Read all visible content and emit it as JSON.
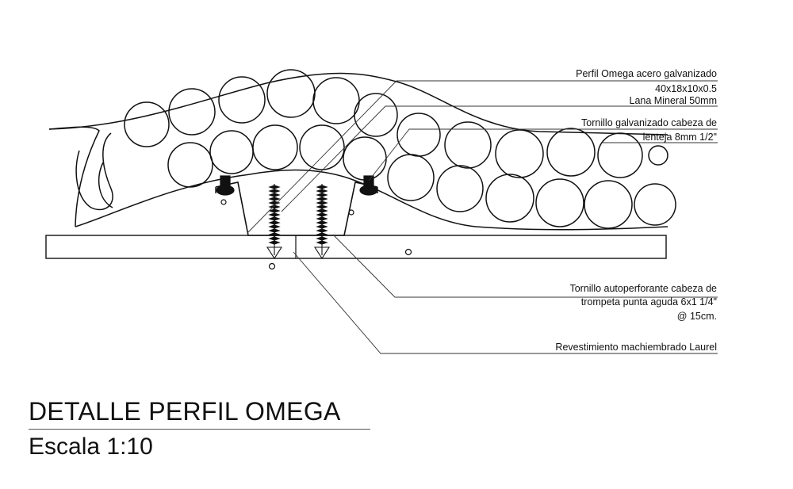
{
  "callouts": {
    "omega_profile": [
      "Perfil Omega acero galvanizado",
      "40x18x10x0.5"
    ],
    "mineral_wool": [
      "Lana Mineral 50mm"
    ],
    "lens_head_screw": [
      "Tornillo galvanizado cabeza de",
      "lenteja 8mm 1/2\""
    ],
    "self_drilling_screw": [
      "Tornillo autoperforante cabeza de",
      "trompeta punta aguda 6x1  1/4\"",
      "@ 15cm."
    ],
    "cladding": [
      "Revestimiento machiembrado Laurel"
    ]
  },
  "title_block": {
    "title": "DETALLE PERFIL OMEGA",
    "scale": "Escala 1:10"
  }
}
